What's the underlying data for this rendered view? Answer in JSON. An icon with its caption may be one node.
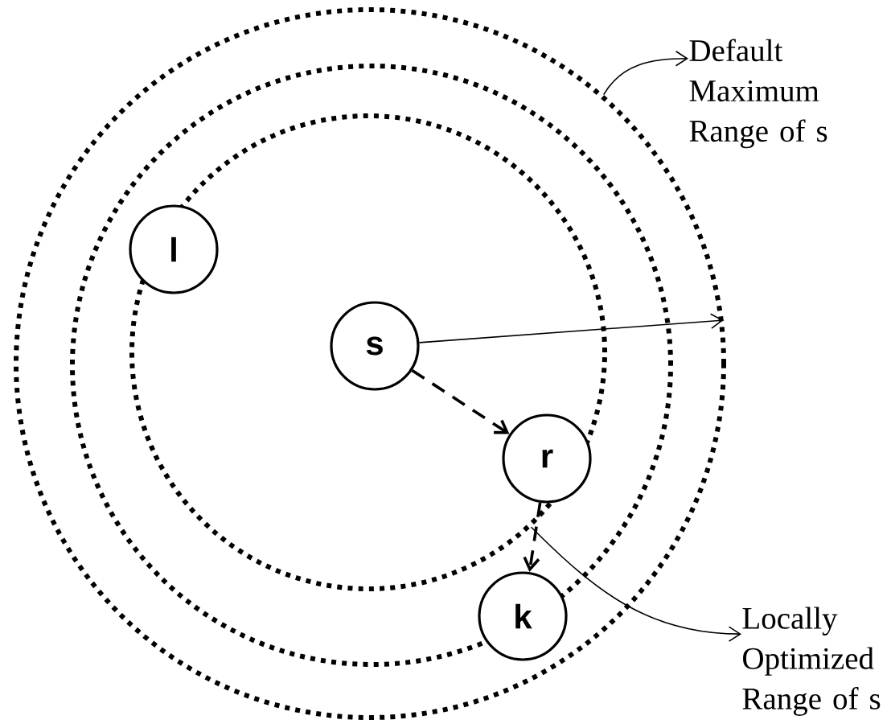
{
  "diagram": {
    "nodes": [
      {
        "text": [],
        "shape": "circle"
      },
      {
        "text": [],
        "shape": "circle",
        "in": 0
      },
      {
        "text": [],
        "shape": "circle",
        "in": 1
      },
      {
        "text": [
          "l"
        ],
        "in": 2
      },
      {
        "text": [
          "s"
        ],
        "in": 2
      },
      {
        "text": [
          "r"
        ],
        "in": 2
      },
      {
        "text": [
          "k"
        ],
        "in": 1
      },
      {
        "text": [
          "Default Maximum Range of s"
        ]
      },
      {
        "text": [
          "Locally Optimized Range of s"
        ]
      }
    ],
    "edges": [
      {
        "from": 4,
        "to": 5,
        "arrow": "to",
        "style": "dashed"
      },
      {
        "from": 5,
        "to": 6,
        "arrow": "to",
        "style": "dashed"
      },
      {
        "from": 4,
        "to": 0,
        "arrow": "to"
      },
      {
        "from": 0,
        "to": 7,
        "arrow": "to"
      },
      {
        "from": 2,
        "to": 8,
        "arrow": "to"
      }
    ]
  }
}
